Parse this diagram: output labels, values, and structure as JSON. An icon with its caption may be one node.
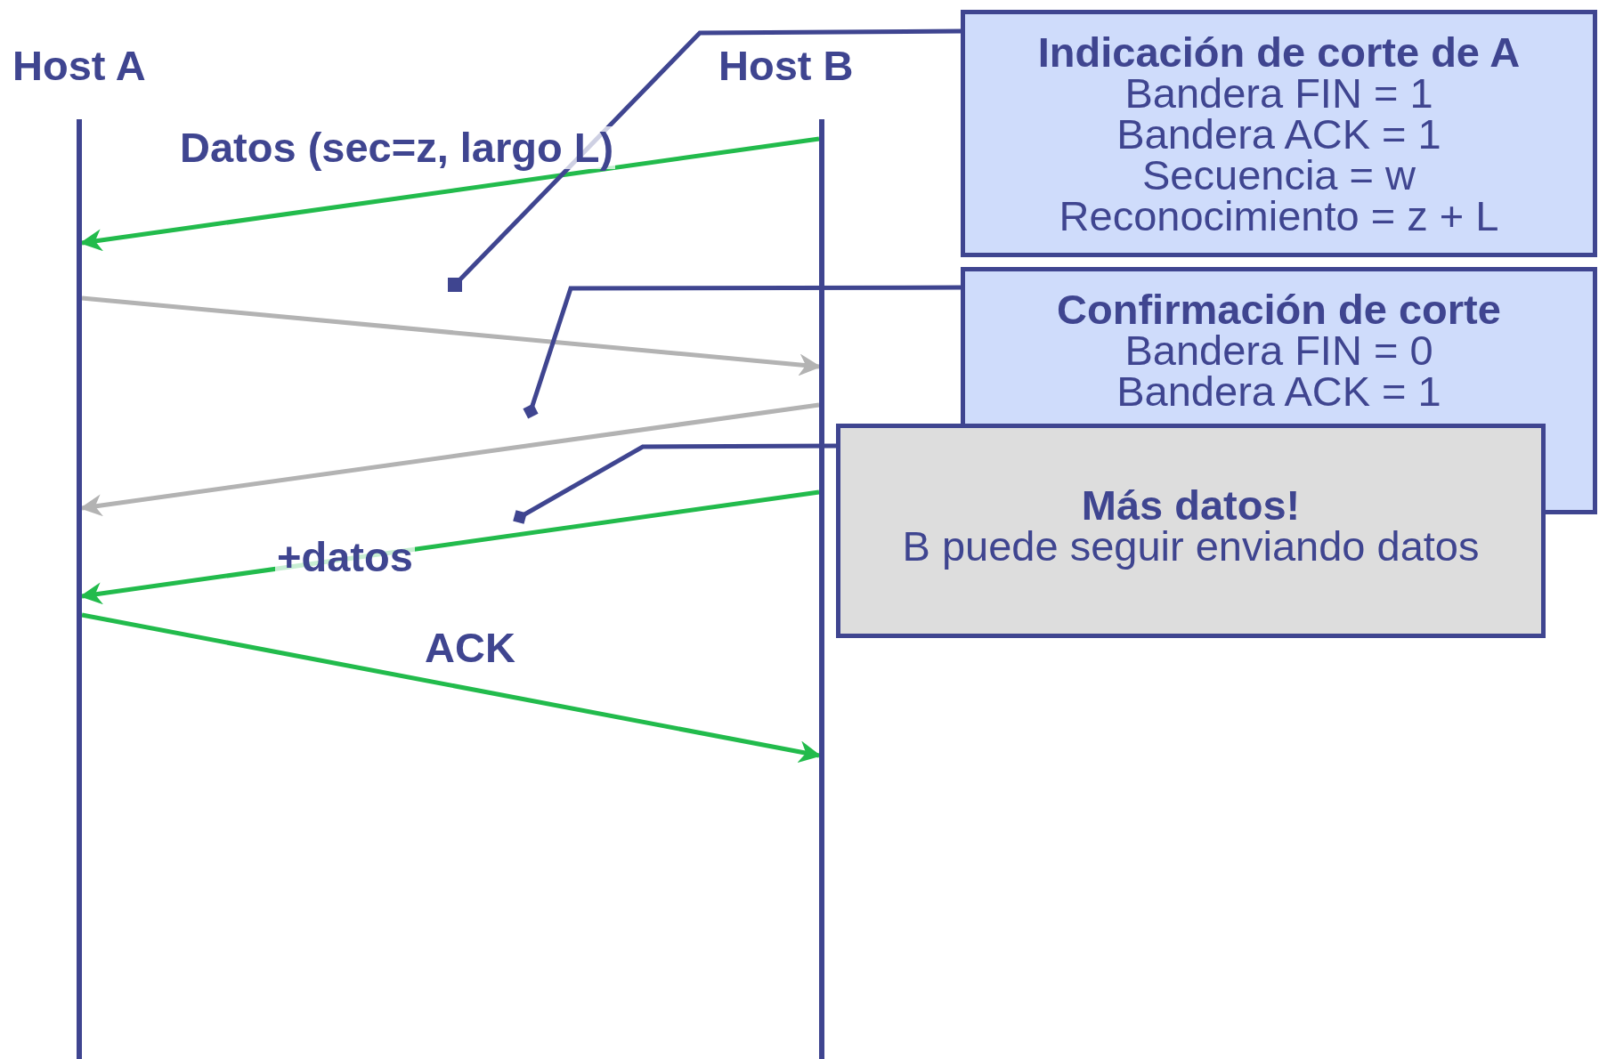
{
  "diagram": {
    "nodes": [
      {
        "text": [
          "Host A"
        ]
      },
      {
        "text": [
          "Host B"
        ]
      },
      {
        "text": [],
        "shape": "bar"
      },
      {
        "text": [],
        "shape": "bar"
      },
      {
        "text": [
          "Indicación de corte de A",
          "Bandera FIN = 1",
          "Bandera ACK = 1",
          "Secuencia = w",
          "Reconocimiento = z + L"
        ]
      },
      {
        "text": [
          "Confirmación de corte",
          "Bandera FIN = 0",
          "Bandera ACK = 1"
        ]
      },
      {
        "text": [
          "Más datos!",
          "B puede seguir enviando datos"
        ]
      }
    ],
    "edges": [
      {
        "from": 3,
        "to": 2,
        "arrow": "to",
        "label": "Datos (sec=z, largo L)"
      },
      {
        "from": 2,
        "to": 3,
        "arrow": "to",
        "color": "#b3b3b3"
      },
      {
        "from": 3,
        "to": 2,
        "arrow": "to",
        "color": "#b3b3b3"
      },
      {
        "from": 3,
        "to": 2,
        "arrow": "to",
        "label": "+datos"
      },
      {
        "from": 2,
        "to": 3,
        "arrow": "to",
        "label": "ACK"
      },
      {
        "from": 4,
        "to": null,
        "arrow": "other",
        "color": "#3f4590"
      },
      {
        "from": 5,
        "to": null,
        "arrow": "other",
        "color": "#3f4590"
      },
      {
        "from": 6,
        "to": null,
        "arrow": "other",
        "color": "#3f4590"
      }
    ]
  }
}
